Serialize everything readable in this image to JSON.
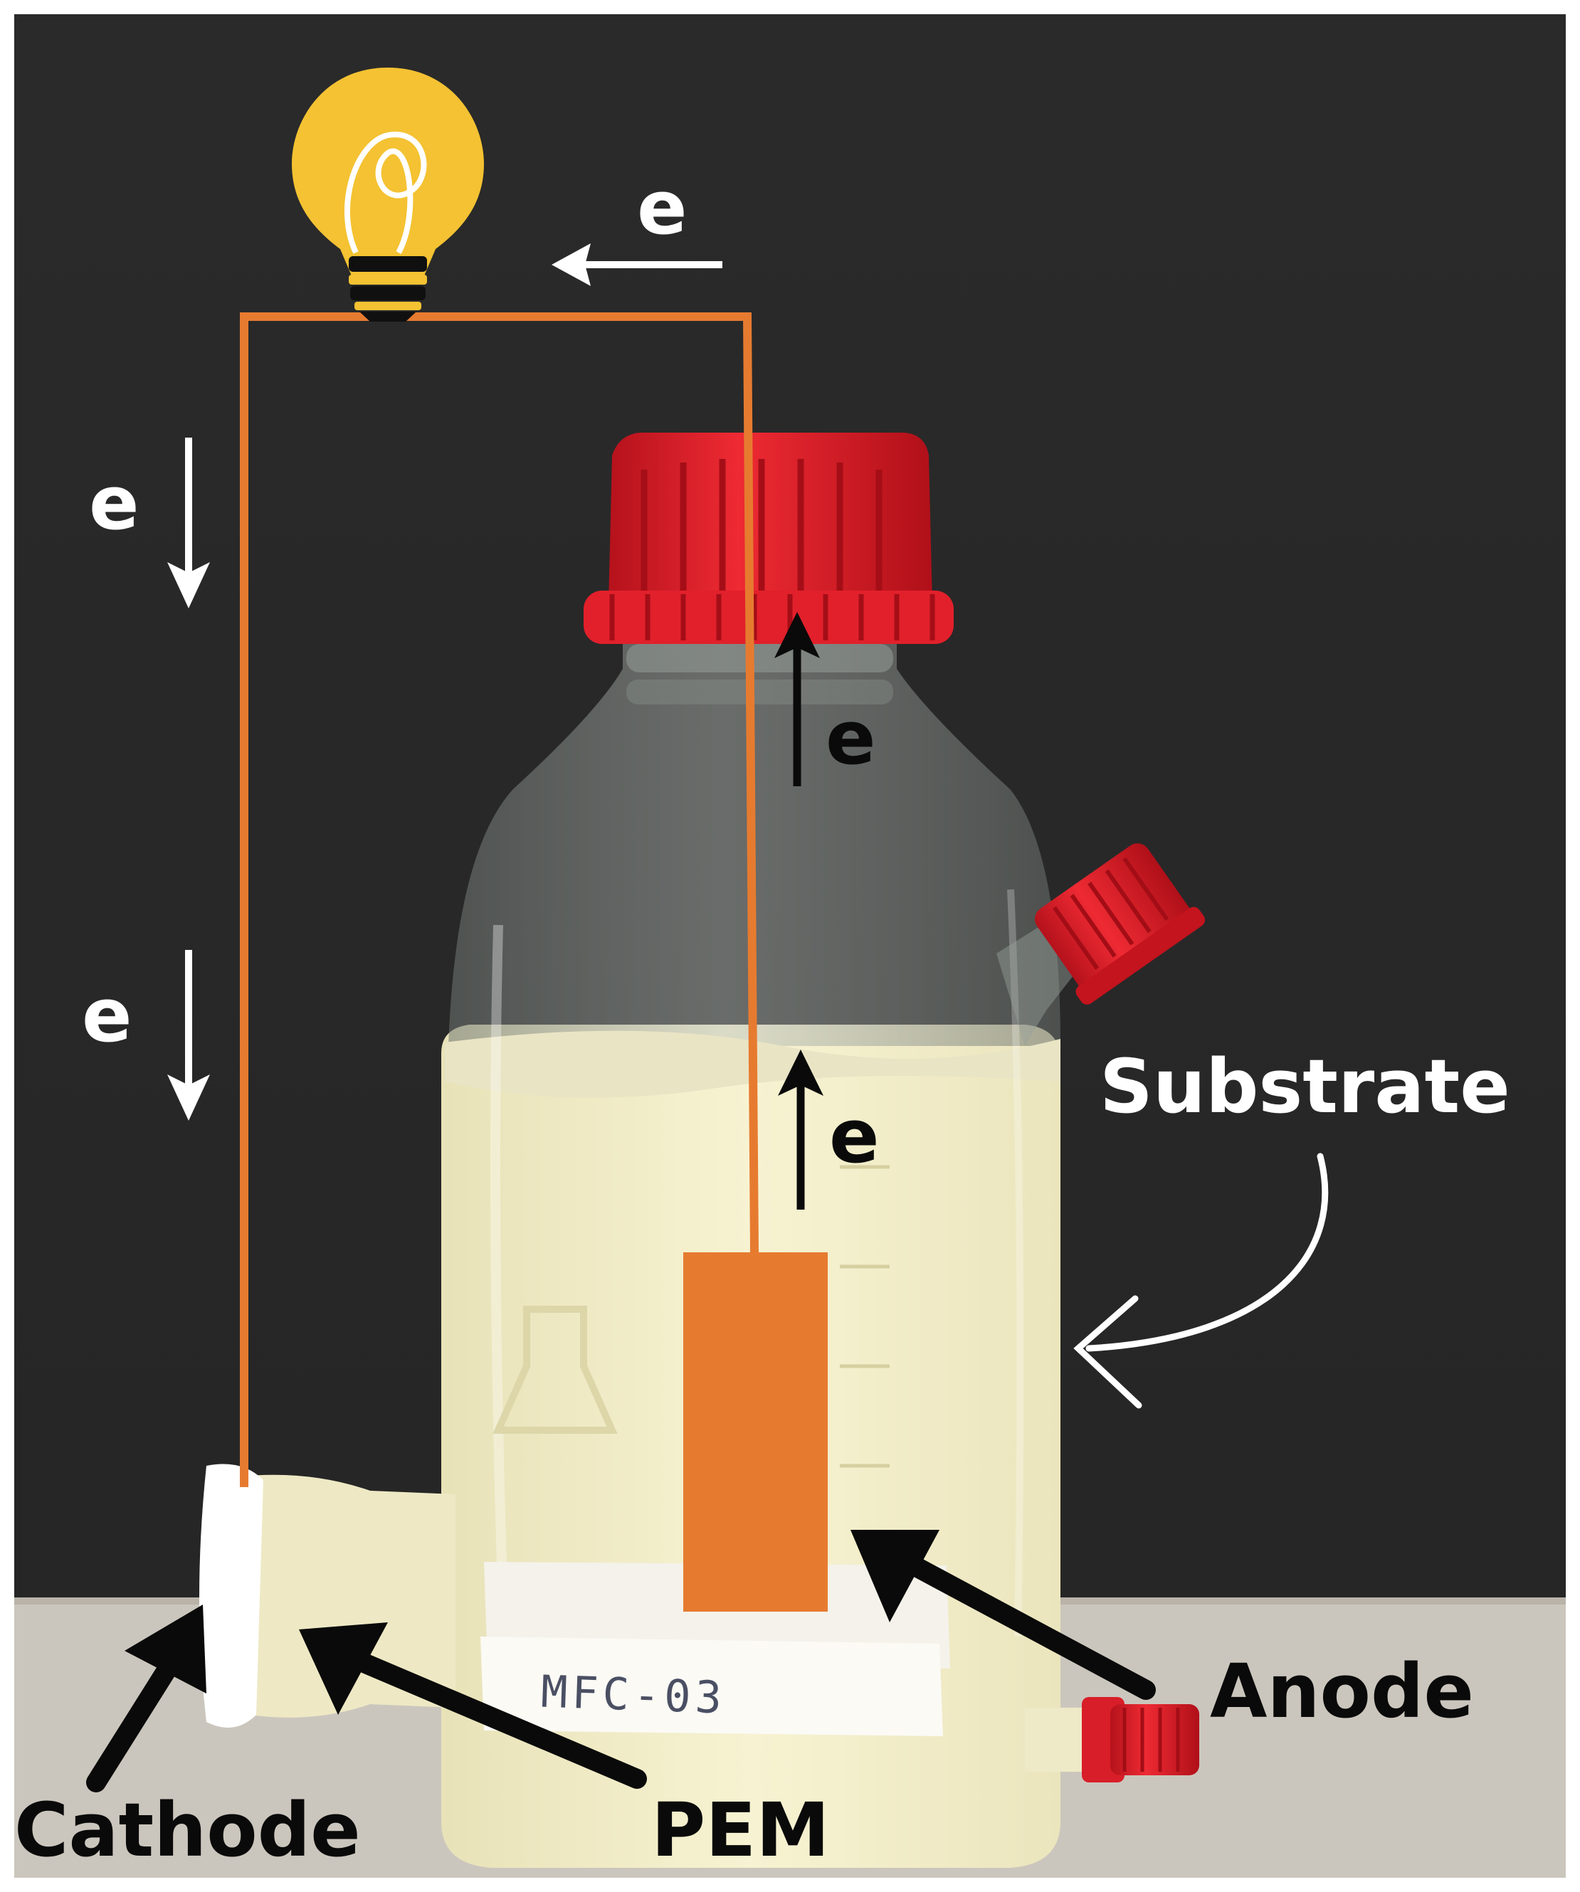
{
  "labels": {
    "electron": "e",
    "substrate": "Substrate",
    "anode": "Anode",
    "cathode": "Cathode",
    "pem": "PEM"
  },
  "bottle_label": "MFC-03",
  "colors": {
    "background_board": "#2b2b2b",
    "table": "#c9c4bb",
    "wire": "#e67b30",
    "electrode": "#e67b30",
    "cap": "#e0202a",
    "liquid": "#f3eec6",
    "bulb": "#f4c232",
    "arrow_black": "#0a0a0a",
    "arrow_white": "#ffffff"
  },
  "icons": [
    "light-bulb-icon"
  ]
}
